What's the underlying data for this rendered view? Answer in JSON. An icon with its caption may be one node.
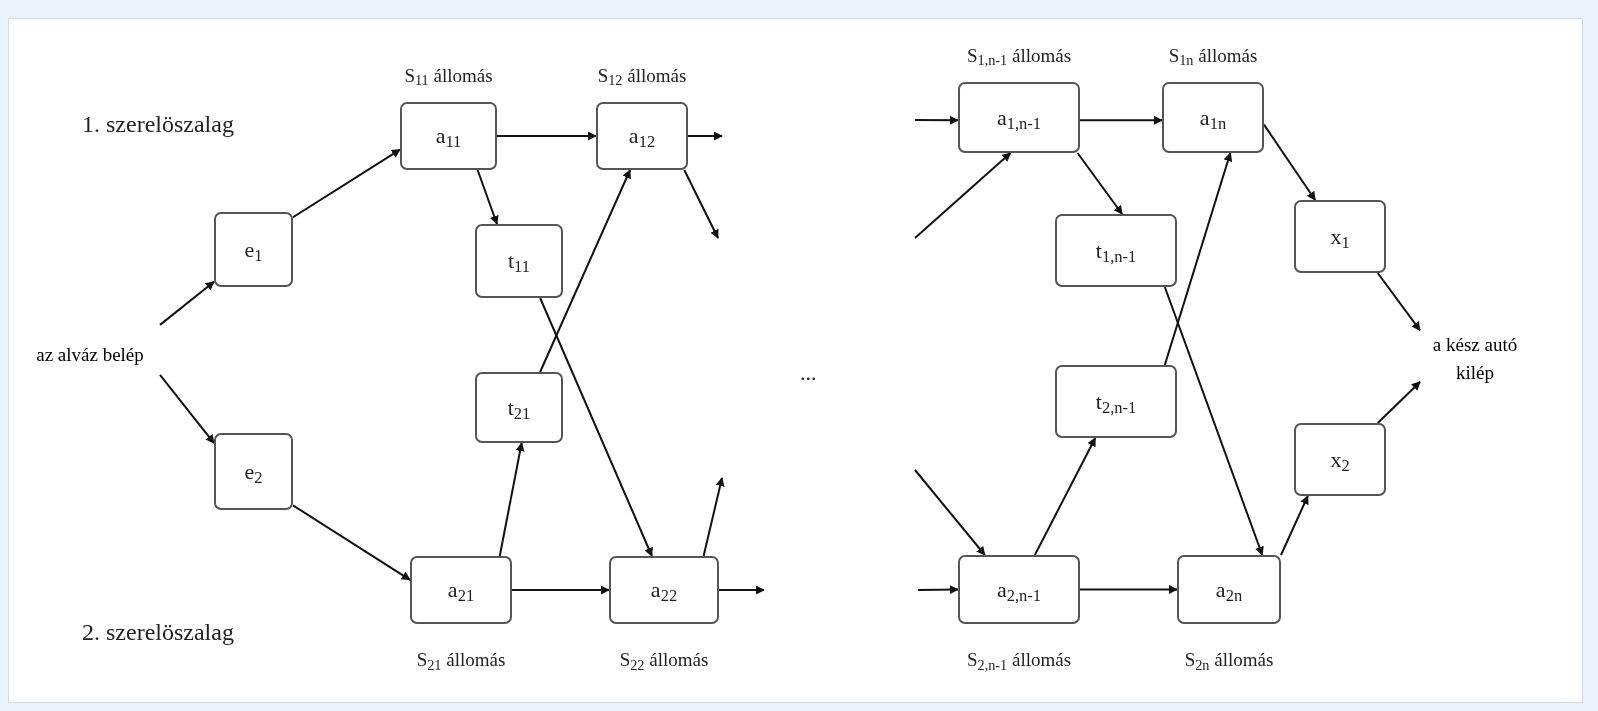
{
  "diagram": {
    "nodes": [
      {
        "text": [
          "az alváz belép"
        ]
      },
      {
        "text": [
          "e$_{1}$"
        ]
      },
      {
        "text": [
          "e$_{2}$"
        ]
      },
      {
        "text": [
          "a$_{11}$"
        ],
        "beside": [
          "S$_{11}$ állomás"
        ]
      },
      {
        "text": [
          "a$_{12}$"
        ],
        "beside": [
          "S$_{12}$ állomás"
        ]
      },
      {
        "text": [
          "t$_{11}$"
        ]
      },
      {
        "text": [
          "t$_{21}$"
        ]
      },
      {
        "text": [
          "a$_{21}$"
        ],
        "beside": [
          "S$_{21}$ állomás"
        ]
      },
      {
        "text": [
          "a$_{22}$"
        ],
        "beside": [
          "S$_{22}$ állomás"
        ]
      },
      {
        "text": [
          "a$_{1,n-1}$"
        ],
        "beside": [
          "S$_{1,n-1}$ állomás"
        ]
      },
      {
        "text": [
          "a$_{1n}$"
        ],
        "beside": [
          "S$_{1n}$ állomás"
        ]
      },
      {
        "text": [
          "t$_{1,n-1}$"
        ]
      },
      {
        "text": [
          "t$_{2,n-1}$"
        ]
      },
      {
        "text": [
          "a$_{2,n-1}$"
        ],
        "beside": [
          "S$_{2,n-1}$ állomás"
        ]
      },
      {
        "text": [
          "a$_{2n}$"
        ],
        "beside": [
          "S$_{2n}$ állomás"
        ]
      },
      {
        "text": [
          "x$_{1}$"
        ]
      },
      {
        "text": [
          "x$_{2}$"
        ]
      },
      {
        "text": [
          "a kész autó kilép"
        ]
      }
    ],
    "edges": [
      {
        "from": 0,
        "to": 1,
        "arrow": "to"
      },
      {
        "from": 0,
        "to": 2,
        "arrow": "to"
      },
      {
        "from": 1,
        "to": 3,
        "arrow": "to"
      },
      {
        "from": 2,
        "to": 7,
        "arrow": "to"
      },
      {
        "from": 3,
        "to": 4,
        "arrow": "to"
      },
      {
        "from": 3,
        "to": 5,
        "arrow": "to"
      },
      {
        "from": 5,
        "to": 8,
        "arrow": "to"
      },
      {
        "from": 7,
        "to": 6,
        "arrow": "to"
      },
      {
        "from": 6,
        "to": 4,
        "arrow": "to"
      },
      {
        "from": 7,
        "to": 8,
        "arrow": "to"
      },
      {
        "from": 4,
        "to": null,
        "arrow": "to"
      },
      {
        "from": 4,
        "to": null,
        "arrow": "to"
      },
      {
        "from": 8,
        "to": null,
        "arrow": "to"
      },
      {
        "from": 8,
        "to": null,
        "arrow": "to"
      },
      {
        "from": null,
        "to": 9,
        "arrow": "to"
      },
      {
        "from": null,
        "to": 9,
        "arrow": "to"
      },
      {
        "from": 9,
        "to": 10,
        "arrow": "to"
      },
      {
        "from": 9,
        "to": 11,
        "arrow": "to"
      },
      {
        "from": 11,
        "to": 14,
        "arrow": "to"
      },
      {
        "from": null,
        "to": 13,
        "arrow": "to"
      },
      {
        "from": null,
        "to": 13,
        "arrow": "to"
      },
      {
        "from": 13,
        "to": 12,
        "arrow": "to"
      },
      {
        "from": 12,
        "to": 10,
        "arrow": "to"
      },
      {
        "from": 13,
        "to": 14,
        "arrow": "to"
      },
      {
        "from": 10,
        "to": 15,
        "arrow": "to"
      },
      {
        "from": 14,
        "to": 16,
        "arrow": "to"
      },
      {
        "from": 15,
        "to": 17,
        "arrow": "to"
      },
      {
        "from": 16,
        "to": 17,
        "arrow": "to"
      }
    ],
    "labels": [
      "1. szerelöszalag",
      "2. szerelöszalag",
      "..."
    ]
  }
}
